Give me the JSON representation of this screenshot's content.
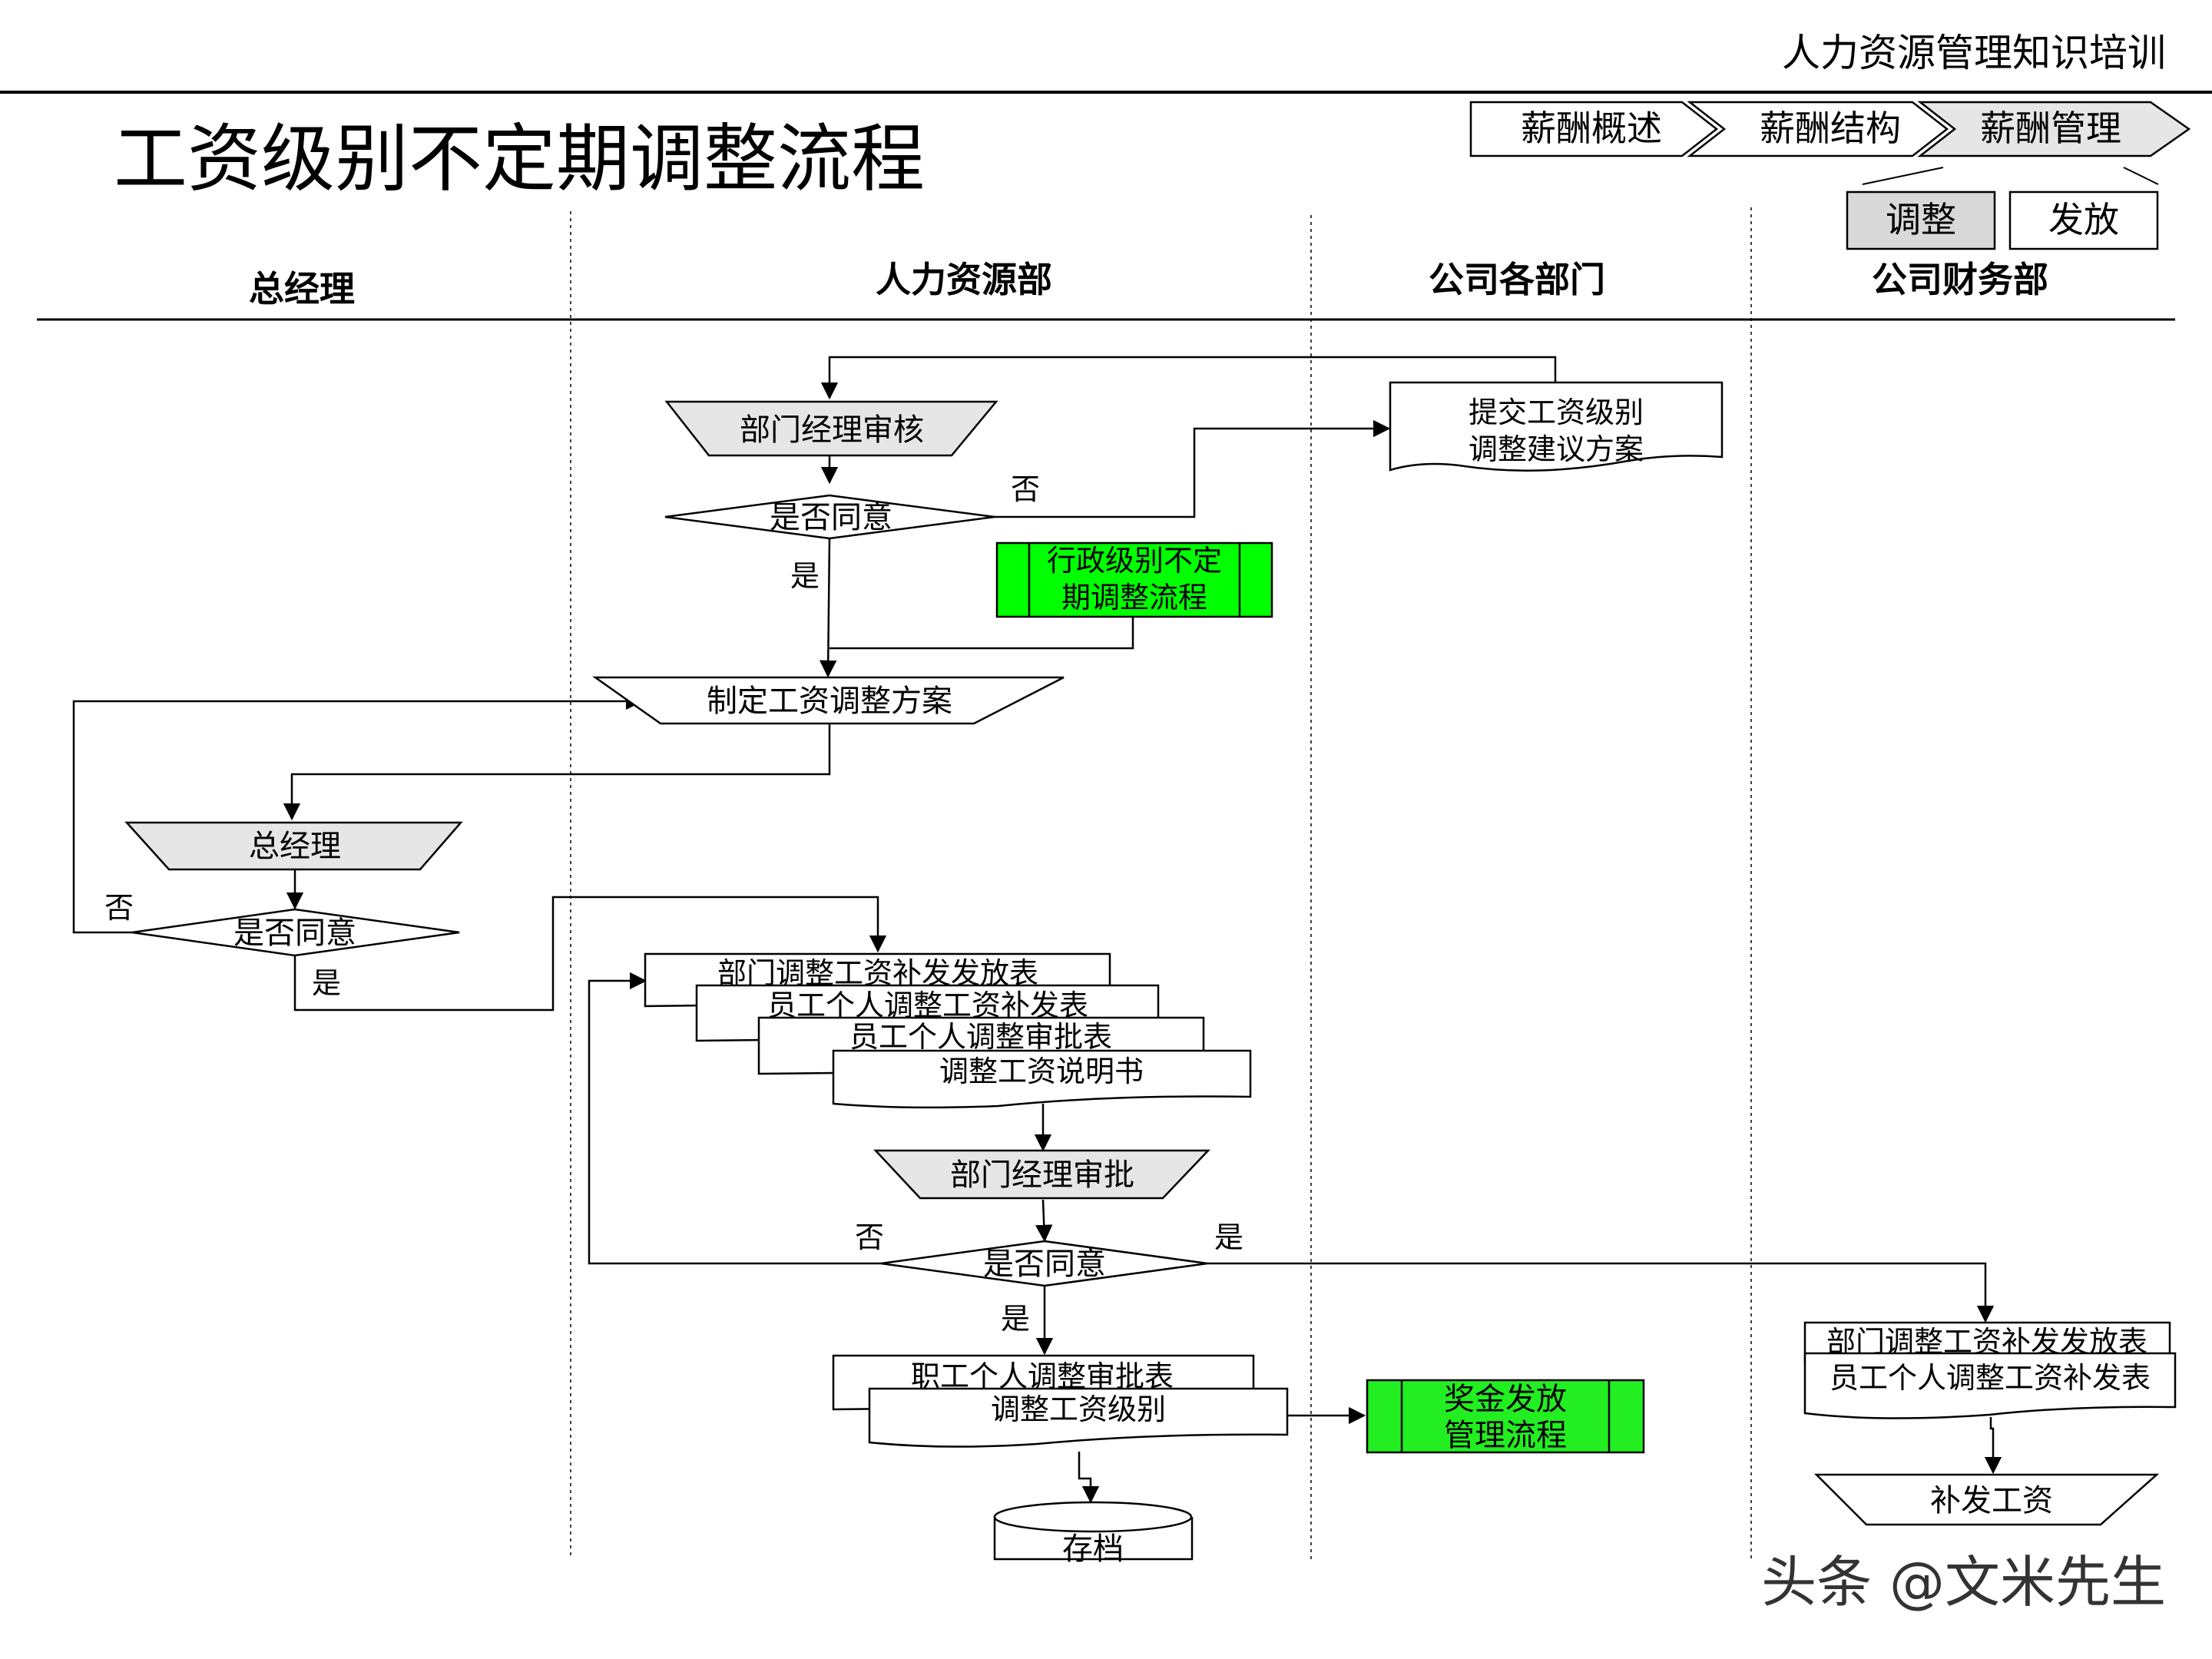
{
  "header": {
    "top_title": "人力资源管理知识培训",
    "main_title": "工资级别不定期调整流程",
    "breadcrumb": [
      "薪酬概述",
      "薪酬结构",
      "薪酬管理"
    ],
    "sub_tabs": [
      "调整",
      "发放"
    ]
  },
  "lanes": [
    "总经理",
    "人力资源部",
    "公司各部门",
    "公司财务部"
  ],
  "nodes": {
    "submit_proposal": [
      "提交工资级别",
      "调整建议方案"
    ],
    "dept_manager_review": "部门经理审核",
    "decision_1": "是否同意",
    "admin_level_process": [
      "行政级别不定",
      "期调整流程"
    ],
    "make_plan": "制定工资调整方案",
    "general_manager": "总经理",
    "decision_2": "是否同意",
    "docs_stack": [
      "部门调整工资补发发放表",
      "员工个人调整工资补发表",
      "员工个人调整审批表",
      "调整工资说明书"
    ],
    "dept_manager_approve": "部门经理审批",
    "decision_3": "是否同意",
    "docs_stack_2": [
      "职工个人调整审批表",
      "调整工资级别"
    ],
    "bonus_process": [
      "奖金发放",
      "管理流程"
    ],
    "archive": "存档",
    "finance_docs": [
      "部门调整工资补发发放表",
      "员工个人调整工资补发表"
    ],
    "back_pay": "补发工资"
  },
  "edge_labels": {
    "yes": "是",
    "no": "否"
  },
  "watermark": "头条 @文米先生",
  "colors": {
    "green_process": "#00ff00",
    "gray_fill": "#e6e6e6"
  }
}
